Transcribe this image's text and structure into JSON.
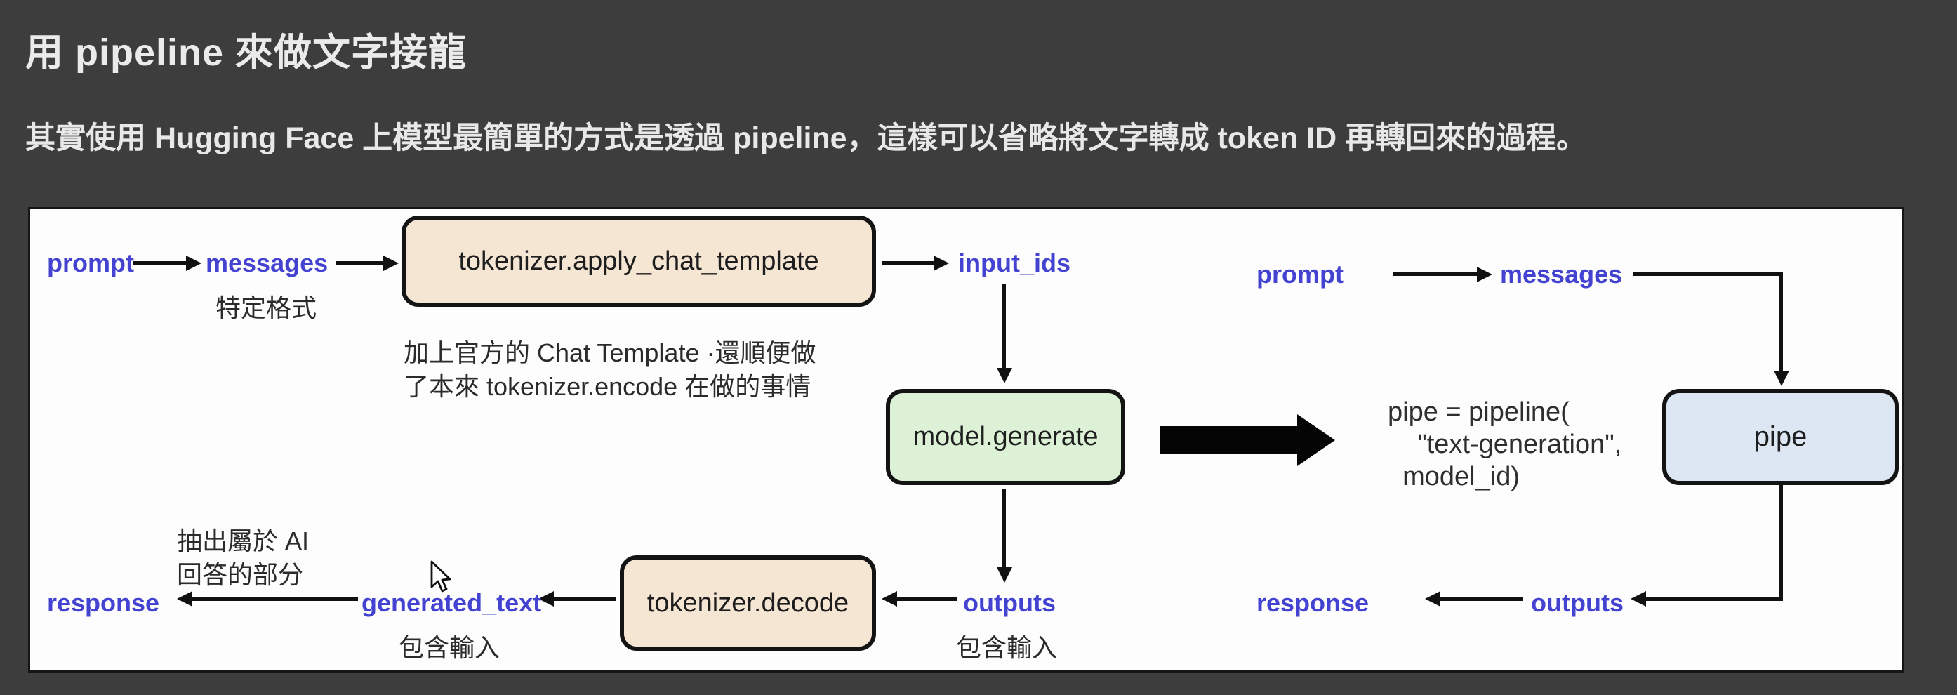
{
  "slide": {
    "title": "用 pipeline 來做文字接龍",
    "subtitle": "其實使用 Hugging Face 上模型最簡單的方式是透過 pipeline，這樣可以省略將文字轉成 token ID 再轉回來的過程。"
  },
  "flow_left": {
    "prompt": "prompt",
    "messages": "messages",
    "messages_note": "特定格式",
    "apply_chat_template_box": "tokenizer.apply_chat_template",
    "template_note_line1": "加上官方的 Chat Template ·還順便做",
    "template_note_line2": "了本來 tokenizer.encode 在做的事情",
    "input_ids": "input_ids",
    "model_generate_box": "model.generate",
    "outputs": "outputs",
    "outputs_note": "包含輸入",
    "tokenizer_decode_box": "tokenizer.decode",
    "generated_text": "generated_text",
    "generated_text_note": "包含輸入",
    "extract_note_line1": "抽出屬於 AI",
    "extract_note_line2": "回答的部分",
    "response": "response"
  },
  "code": {
    "line1": "pipe = pipeline(",
    "line2": "    \"text-generation\",",
    "line3": "  model_id)"
  },
  "flow_right": {
    "prompt": "prompt",
    "messages": "messages",
    "pipe_box": "pipe",
    "outputs": "outputs",
    "response": "response"
  },
  "colors": {
    "background": "#3d3d3d",
    "panel": "#fdfdfd",
    "variable_label": "#4443d1",
    "box_tan": "#f5e5d3",
    "box_green": "#dcf1d6",
    "box_blue": "#dde7f3",
    "arrow": "#111111"
  }
}
